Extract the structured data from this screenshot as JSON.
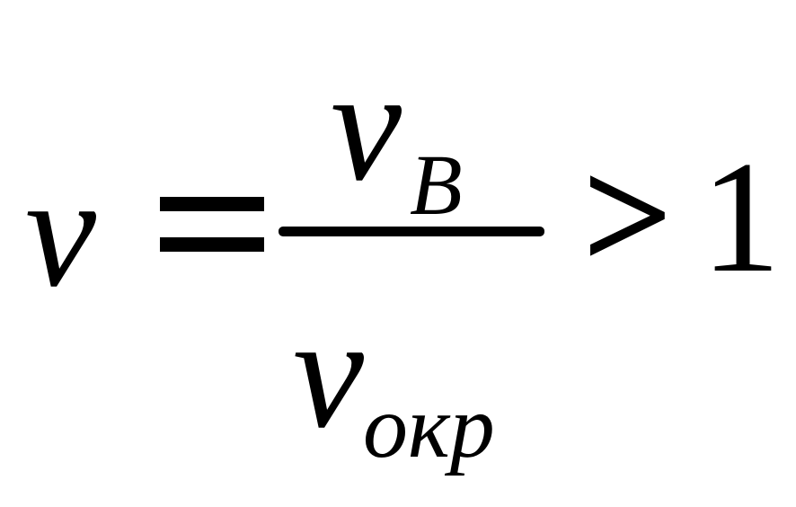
{
  "formula": {
    "lhs": {
      "variable": "v"
    },
    "equals": "=",
    "fraction": {
      "numerator": {
        "variable": "v",
        "subscript": "B"
      },
      "denominator": {
        "variable": "v",
        "subscript": "окр"
      }
    },
    "relation": ">",
    "rhs": "1"
  }
}
